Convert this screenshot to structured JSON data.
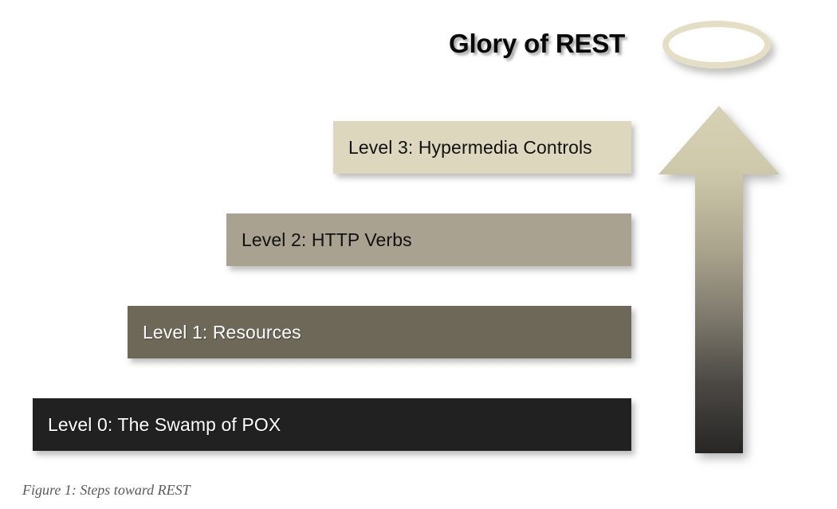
{
  "figure": {
    "title": "Glory of REST",
    "caption": "Figure 1: Steps toward REST",
    "background_color": "#ffffff"
  },
  "halo": {
    "name": "halo-ring",
    "color": "#e4dfc4"
  },
  "arrow": {
    "name": "upward-progress-arrow",
    "direction": "up",
    "gradient_top_color": "#d5cfb3",
    "gradient_bottom_color": "#262523"
  },
  "chart_data": {
    "type": "bar",
    "title": "Glory of REST",
    "subtitle": "Figure 1: Steps toward REST",
    "xlabel": "",
    "ylabel": "",
    "orientation": "horizontal-staircase",
    "categories": [
      "Level 0: The Swamp of POX",
      "Level 1: Resources",
      "Level 2: HTTP Verbs",
      "Level 3: Hypermedia Controls"
    ],
    "values": [
      0,
      1,
      2,
      3
    ],
    "legend": "none",
    "grid": false
  },
  "steps": [
    {
      "id": "level-3",
      "label": "Level 3: Hypermedia Controls",
      "level": 3,
      "bar_color": "#ddd8bd",
      "text_color": "#111111"
    },
    {
      "id": "level-2",
      "label": "Level 2: HTTP Verbs",
      "level": 2,
      "bar_color": "#a9a291",
      "text_color": "#111111"
    },
    {
      "id": "level-1",
      "label": "Level 1: Resources",
      "level": 1,
      "bar_color": "#6d6858",
      "text_color": "#ffffff"
    },
    {
      "id": "level-0",
      "label": "Level 0: The Swamp of POX",
      "level": 0,
      "bar_color": "#212121",
      "text_color": "#ffffff"
    }
  ]
}
